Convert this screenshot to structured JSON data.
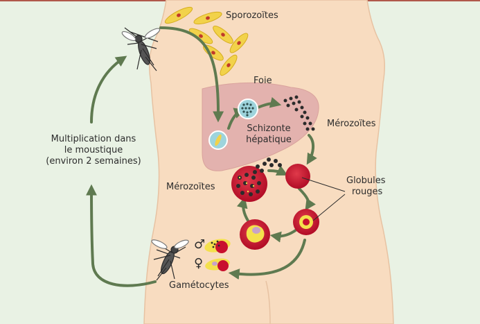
{
  "labels": {
    "sporozoites": "Sporozoïtes",
    "foie": "Foie",
    "merozoites_top": "Mérozoïtes",
    "schizonte_line1": "Schizonte",
    "schizonte_line2": "hépatique",
    "multiplication_line1": "Multiplication dans",
    "multiplication_line2": "le moustique",
    "multiplication_line3": "(environ 2 semaines)",
    "merozoites_left": "Mérozoïtes",
    "globules_line1": "Globules",
    "globules_line2": "rouges",
    "gametocytes": "Gamétocytes",
    "male_symbol": "♂",
    "female_symbol": "♀"
  },
  "colors": {
    "background": "#e9f2e4",
    "body": "#f8dcc0",
    "body_outline": "#e7c2a2",
    "liver": "#e3b2ae",
    "arrow": "#5f7a50",
    "red_cell": "#c8102e",
    "parasite_yellow": "#f4e04d",
    "sporozoite": "#f2d24a",
    "nucleus": "#c0392b",
    "schizont": "#9ed4dc"
  }
}
